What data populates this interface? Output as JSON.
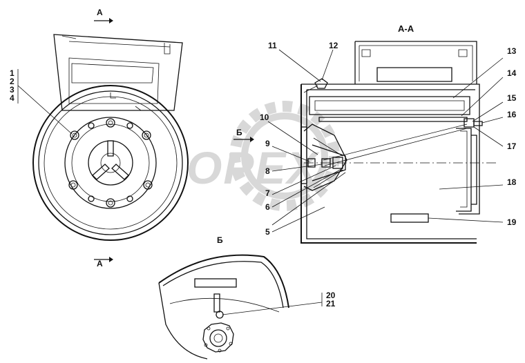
{
  "views": {
    "section_title": "А-А",
    "section_marker_top": "А",
    "section_marker_bottom": "А",
    "view_arrow_label": "Б",
    "view_title": "Б"
  },
  "watermark": {
    "text": "ОРЕХ"
  },
  "callouts": {
    "c1": "1",
    "c2": "2",
    "c3": "3",
    "c4": "4",
    "c5": "5",
    "c6": "6",
    "c7": "7",
    "c8": "8",
    "c9": "9",
    "c10": "10",
    "c11": "11",
    "c12": "12",
    "c13": "13",
    "c14": "14",
    "c15": "15",
    "c16": "16",
    "c17": "17",
    "c18": "18",
    "c19": "19",
    "c20": "20",
    "c21": "21"
  },
  "colors": {
    "ink": "#111111",
    "watermark": "#d8d8d8",
    "background": "#ffffff"
  }
}
